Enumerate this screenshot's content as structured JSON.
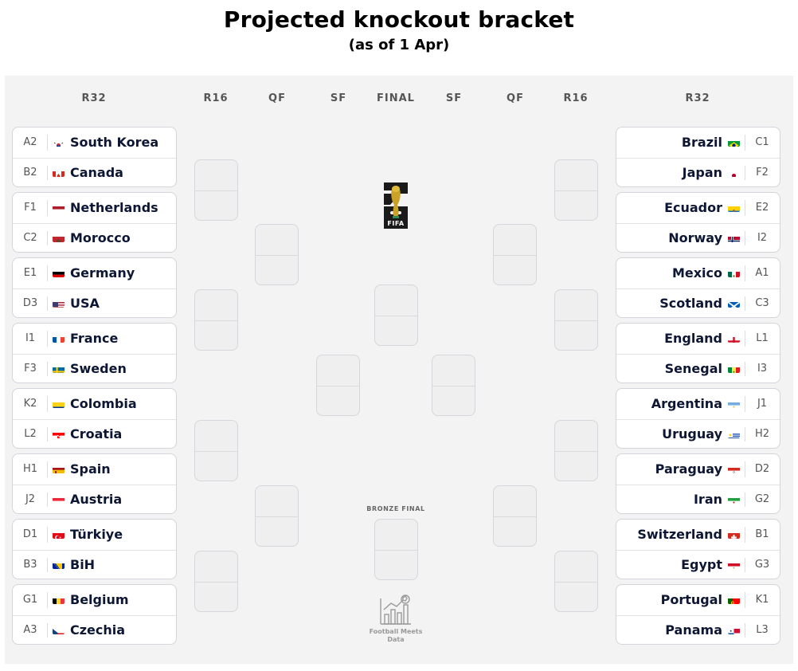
{
  "header": {
    "title": "Projected knockout bracket",
    "subtitle": "(as of 1 Apr)"
  },
  "rounds": {
    "left_r32": "R32",
    "left_r16": "R16",
    "left_qf": "QF",
    "left_sf": "SF",
    "final": "FINAL",
    "right_sf": "SF",
    "right_qf": "QF",
    "right_r16": "R16",
    "right_r32": "R32"
  },
  "left_matches": [
    {
      "teams": [
        {
          "seed": "A2",
          "name": "South Korea",
          "flag": "south-korea-flag"
        },
        {
          "seed": "B2",
          "name": "Canada",
          "flag": "canada-flag"
        }
      ]
    },
    {
      "teams": [
        {
          "seed": "F1",
          "name": "Netherlands",
          "flag": "netherlands-flag"
        },
        {
          "seed": "C2",
          "name": "Morocco",
          "flag": "morocco-flag"
        }
      ]
    },
    {
      "teams": [
        {
          "seed": "E1",
          "name": "Germany",
          "flag": "germany-flag"
        },
        {
          "seed": "D3",
          "name": "USA",
          "flag": "usa-flag"
        }
      ]
    },
    {
      "teams": [
        {
          "seed": "I1",
          "name": "France",
          "flag": "france-flag"
        },
        {
          "seed": "F3",
          "name": "Sweden",
          "flag": "sweden-flag"
        }
      ]
    },
    {
      "teams": [
        {
          "seed": "K2",
          "name": "Colombia",
          "flag": "colombia-flag"
        },
        {
          "seed": "L2",
          "name": "Croatia",
          "flag": "croatia-flag"
        }
      ]
    },
    {
      "teams": [
        {
          "seed": "H1",
          "name": "Spain",
          "flag": "spain-flag"
        },
        {
          "seed": "J2",
          "name": "Austria",
          "flag": "austria-flag"
        }
      ]
    },
    {
      "teams": [
        {
          "seed": "D1",
          "name": "Türkiye",
          "flag": "turkiye-flag"
        },
        {
          "seed": "B3",
          "name": "BiH",
          "flag": "bih-flag"
        }
      ]
    },
    {
      "teams": [
        {
          "seed": "G1",
          "name": "Belgium",
          "flag": "belgium-flag"
        },
        {
          "seed": "A3",
          "name": "Czechia",
          "flag": "czechia-flag"
        }
      ]
    }
  ],
  "right_matches": [
    {
      "teams": [
        {
          "seed": "C1",
          "name": "Brazil",
          "flag": "brazil-flag"
        },
        {
          "seed": "F2",
          "name": "Japan",
          "flag": "japan-flag"
        }
      ]
    },
    {
      "teams": [
        {
          "seed": "E2",
          "name": "Ecuador",
          "flag": "ecuador-flag"
        },
        {
          "seed": "I2",
          "name": "Norway",
          "flag": "norway-flag"
        }
      ]
    },
    {
      "teams": [
        {
          "seed": "A1",
          "name": "Mexico",
          "flag": "mexico-flag"
        },
        {
          "seed": "C3",
          "name": "Scotland",
          "flag": "scotland-flag"
        }
      ]
    },
    {
      "teams": [
        {
          "seed": "L1",
          "name": "England",
          "flag": "england-flag"
        },
        {
          "seed": "I3",
          "name": "Senegal",
          "flag": "senegal-flag"
        }
      ]
    },
    {
      "teams": [
        {
          "seed": "J1",
          "name": "Argentina",
          "flag": "argentina-flag"
        },
        {
          "seed": "H2",
          "name": "Uruguay",
          "flag": "uruguay-flag"
        }
      ]
    },
    {
      "teams": [
        {
          "seed": "D2",
          "name": "Paraguay",
          "flag": "paraguay-flag"
        },
        {
          "seed": "G2",
          "name": "Iran",
          "flag": "iran-flag"
        }
      ]
    },
    {
      "teams": [
        {
          "seed": "B1",
          "name": "Switzerland",
          "flag": "switzerland-flag"
        },
        {
          "seed": "G3",
          "name": "Egypt",
          "flag": "egypt-flag"
        }
      ]
    },
    {
      "teams": [
        {
          "seed": "K1",
          "name": "Portugal",
          "flag": "portugal-flag"
        },
        {
          "seed": "L3",
          "name": "Panama",
          "flag": "panama-flag"
        }
      ]
    }
  ],
  "logo": {
    "trophy_text": "FIFA",
    "trophy_icon": "world-cup-2026-trophy-icon"
  },
  "bronze_final_label": "BRONZE FINAL",
  "watermark": {
    "icon": "football-chart-icon",
    "text": "Football Meets Data"
  },
  "colors": {
    "panel_bg": "#f3f3f3",
    "card_bg": "#ffffff",
    "slot_bg": "#efefef",
    "team_text": "#0d1633"
  }
}
